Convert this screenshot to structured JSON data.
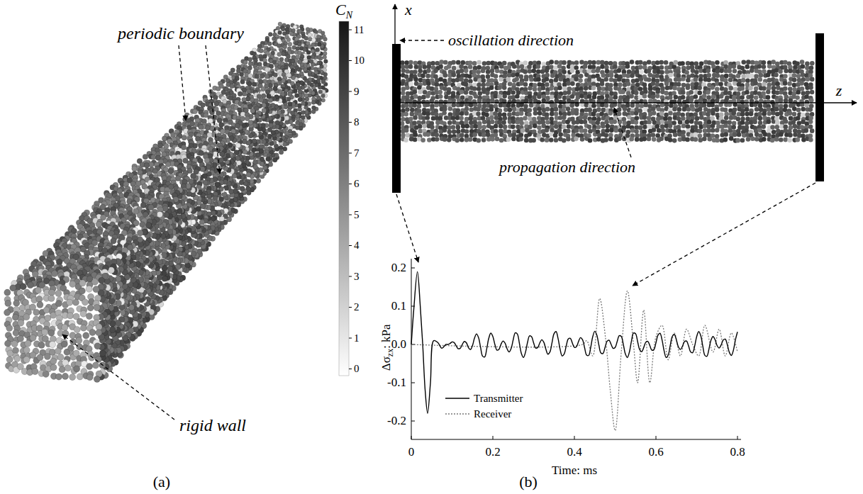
{
  "diagram": {
    "labels": [
      "(a)",
      "periodic boundary",
      "rigid wall",
      "C",
      "N",
      "11",
      "10",
      "9",
      "8",
      "7",
      "6",
      "5",
      "4",
      "3",
      "2",
      "1",
      "0",
      "(b)",
      "x",
      "oscillation direction",
      "z",
      "propagation direction",
      "0.2",
      "0.1",
      "0.0",
      "-0.1",
      "-0.2",
      "0",
      "0.2",
      "0.4",
      "0.6",
      "0.8",
      "Time: ms",
      "Δσ",
      "zx",
      ": kPa"
    ],
    "legend": [
      {
        "text": "Transmitter"
      },
      {
        "text": "Receiver"
      }
    ]
  }
}
